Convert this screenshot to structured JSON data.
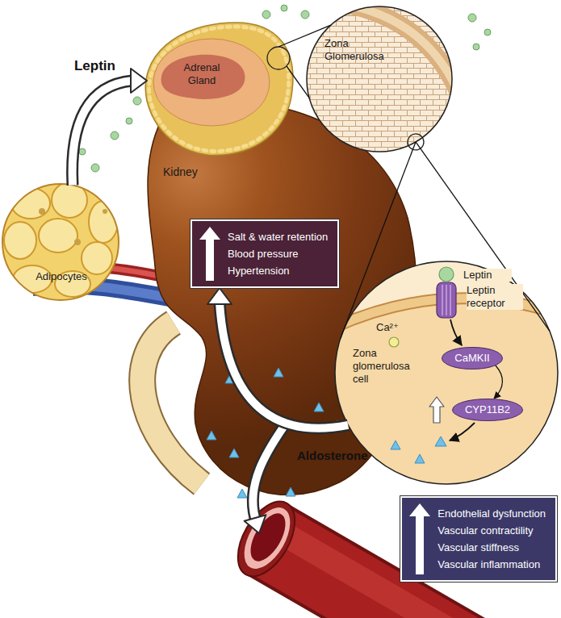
{
  "diagram": {
    "nodes": [
      {
        "text": [
          "Adipocytes"
        ]
      },
      {
        "text": [
          "Adrenal Gland"
        ]
      },
      {
        "text": [
          "Zona Glomerulosa"
        ]
      },
      {
        "text": [
          "Kidney"
        ]
      },
      {
        "text": [
          "Salt & water retention",
          "Blood pressure",
          "Hypertension"
        ],
        "in": 3
      },
      {
        "text": [
          "Leptin",
          "Leptin receptor",
          "Ca²⁺",
          "Zona glomerulosa cell"
        ]
      },
      {
        "text": [
          "CaMKII"
        ],
        "in": 5
      },
      {
        "text": [
          "CYP11B2"
        ],
        "in": 5
      },
      {
        "text": [
          "Endothelial dysfunction",
          "Vascular contractility",
          "Vascular stiffness",
          "Vascular inflammation"
        ]
      }
    ],
    "edges": [
      {
        "from": 0,
        "to": 1,
        "arrow": "to",
        "label": "Leptin"
      },
      {
        "from": 1,
        "to": 2,
        "arrow": "none"
      },
      {
        "from": 2,
        "to": 5,
        "arrow": "none"
      },
      {
        "from": 6,
        "to": 7,
        "arrow": "to"
      },
      {
        "from": 5,
        "to": 4,
        "arrow": "to"
      }
    ],
    "labels": [
      "Aldosterone"
    ]
  }
}
